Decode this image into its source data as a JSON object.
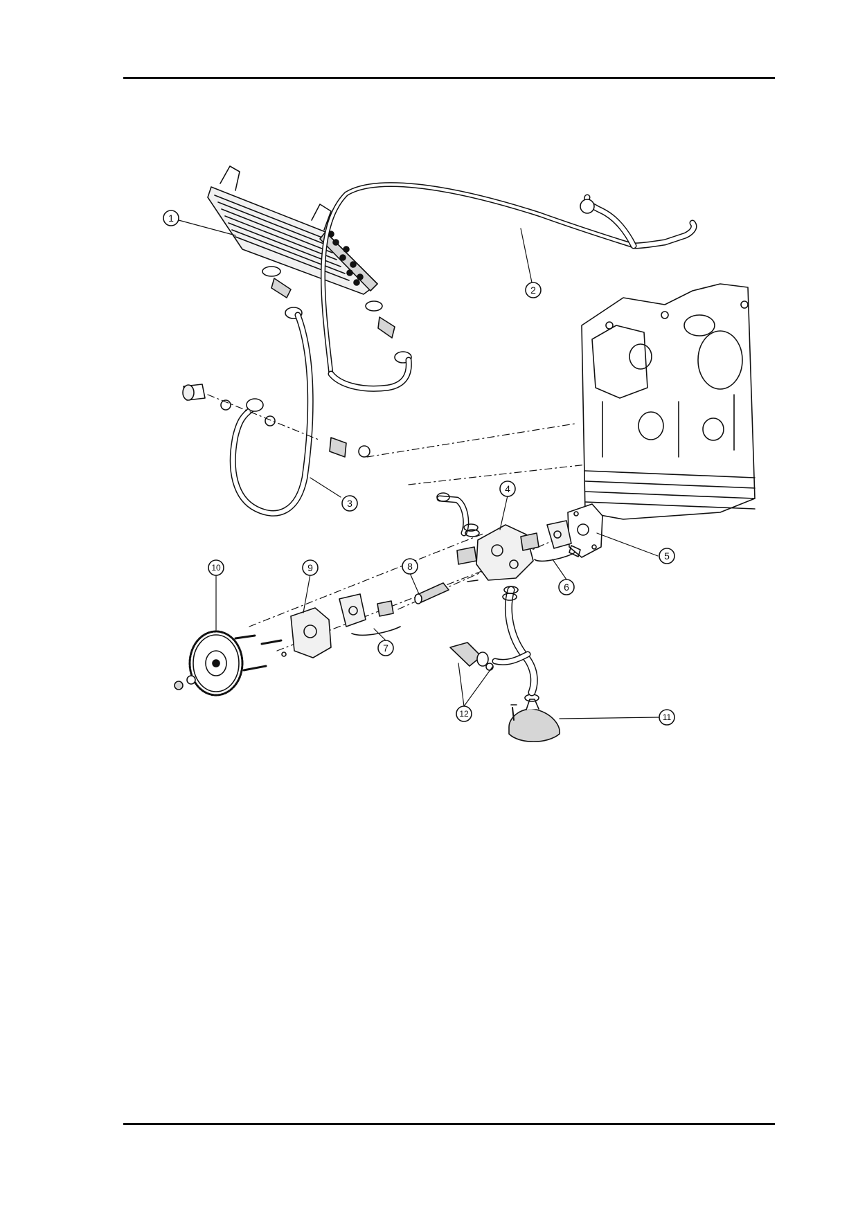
{
  "colors": {
    "line": "#111111",
    "fill_light": "#f1f1f1",
    "fill_mid": "#d6d6d6",
    "paper": "#ffffff"
  },
  "callouts": [
    {
      "id": 1,
      "label": "1"
    },
    {
      "id": 2,
      "label": "2"
    },
    {
      "id": 3,
      "label": "3"
    },
    {
      "id": 4,
      "label": "4"
    },
    {
      "id": 5,
      "label": "5"
    },
    {
      "id": 6,
      "label": "6"
    },
    {
      "id": 7,
      "label": "7"
    },
    {
      "id": 8,
      "label": "8"
    },
    {
      "id": 9,
      "label": "9"
    },
    {
      "id": 10,
      "label": "10"
    },
    {
      "id": 11,
      "label": "11"
    },
    {
      "id": 12,
      "label": "12"
    }
  ]
}
